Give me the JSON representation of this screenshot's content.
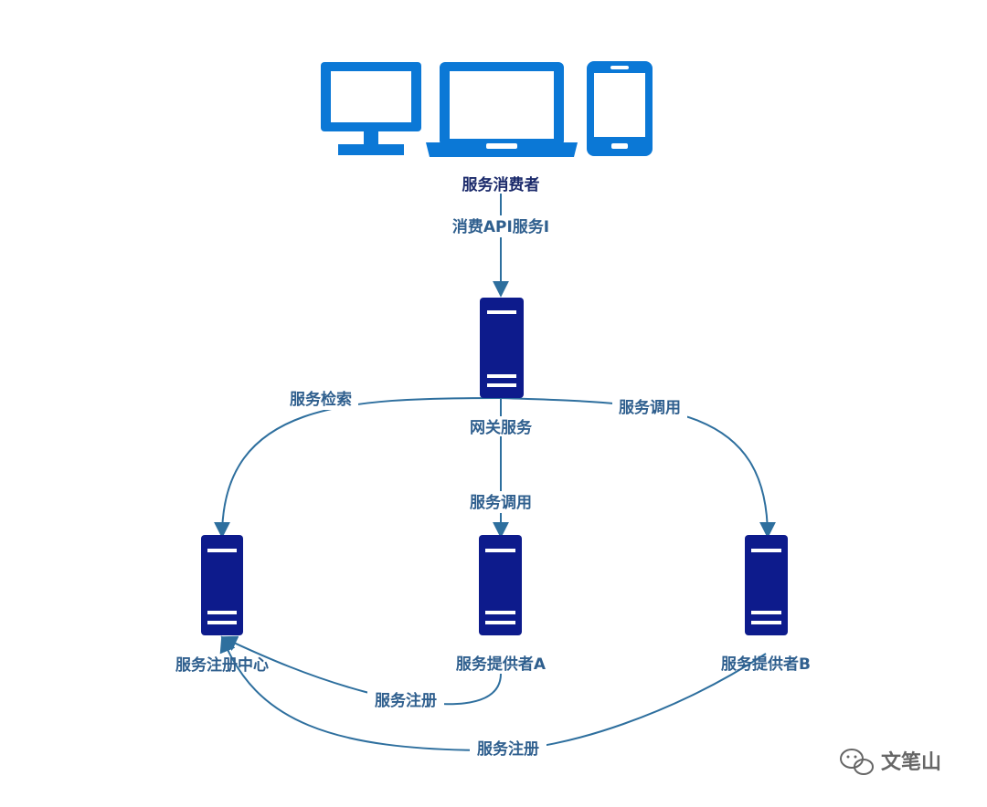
{
  "colors": {
    "device": "#0b78d6",
    "server": "#0d1b8c",
    "edge": "#2e6f9e",
    "label_dark": "#1b2a6b",
    "label": "#2f5f8e",
    "watermark": "#666666"
  },
  "nodes": {
    "consumer": {
      "label": "服务消费者",
      "icons": [
        "monitor-icon",
        "laptop-icon",
        "phone-icon"
      ]
    },
    "gateway": {
      "label": "网关服务",
      "icon": "server-icon"
    },
    "registry": {
      "label": "服务注册中心",
      "icon": "server-icon"
    },
    "provider_a": {
      "label": "服务提供者A",
      "icon": "server-icon"
    },
    "provider_b": {
      "label": "服务提供者B",
      "icon": "server-icon"
    }
  },
  "edges": {
    "consume_api": "消费API服务I",
    "gateway_to_registry": "服务检索",
    "gateway_to_provider_a": "服务调用",
    "gateway_to_provider_b": "服务调用",
    "provider_a_to_registry": "服务注册",
    "provider_b_to_registry": "服务注册"
  },
  "watermark": {
    "text": "文笔山",
    "icon": "wechat-icon"
  }
}
